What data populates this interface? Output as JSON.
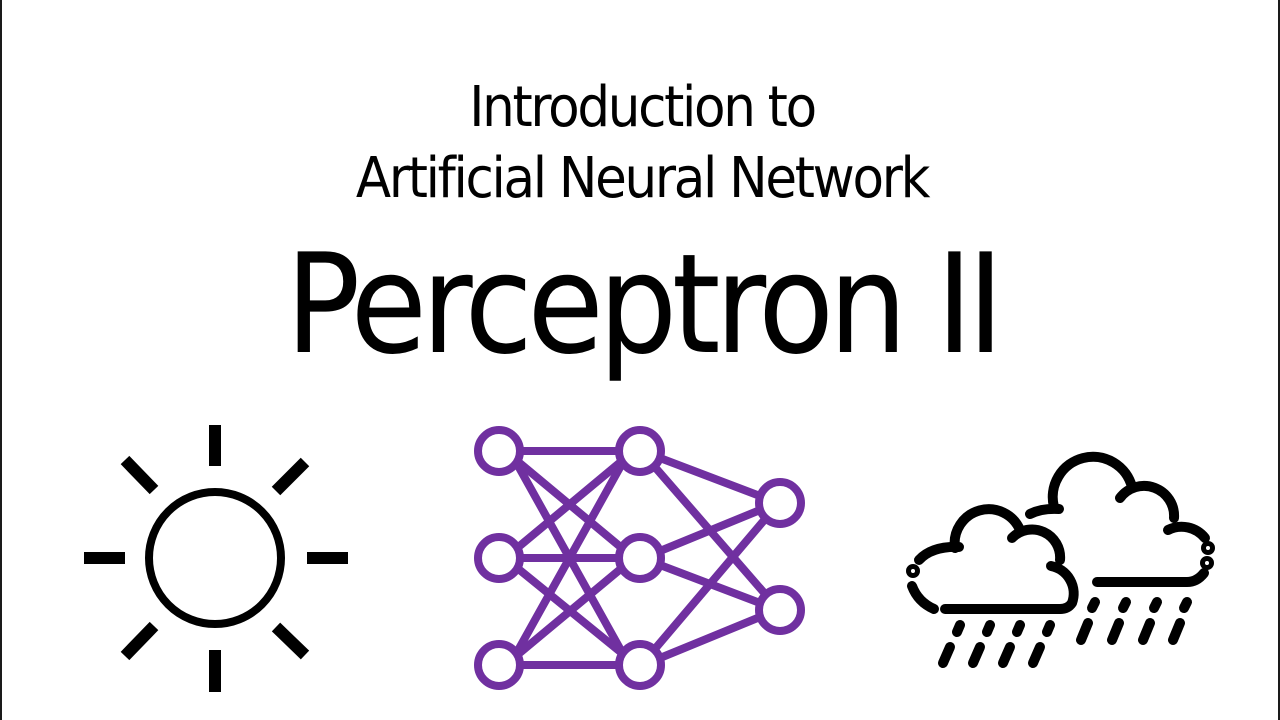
{
  "slide": {
    "subtitle_line1": "Introduction to",
    "subtitle_line2": "Artificial Neural Network",
    "title": "Perceptron II"
  },
  "icons": {
    "left": "sun-icon",
    "center": "neural-network-icon",
    "right": "rain-clouds-icon"
  },
  "colors": {
    "text": "#000000",
    "background": "#ffffff",
    "network_accent": "#7030A0",
    "icon_stroke": "#000000"
  },
  "network": {
    "layers": [
      3,
      3,
      2
    ]
  }
}
